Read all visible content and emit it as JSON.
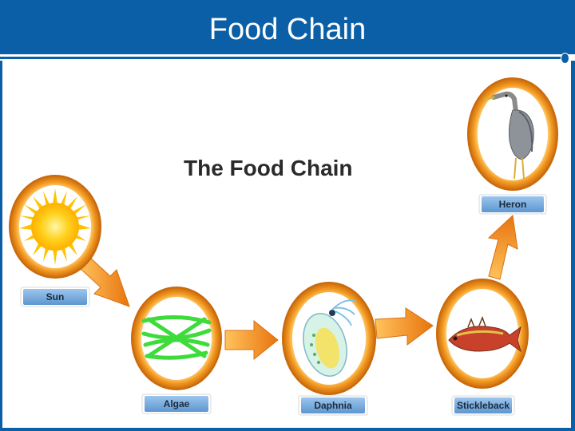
{
  "slide": {
    "title": "Food Chain"
  },
  "diagram": {
    "title": "The Food Chain",
    "nodes": [
      {
        "id": "sun",
        "label": "Sun"
      },
      {
        "id": "algae",
        "label": "Algae"
      },
      {
        "id": "daphnia",
        "label": "Daphnia"
      },
      {
        "id": "stickleback",
        "label": "Stickleback"
      },
      {
        "id": "heron",
        "label": "Heron"
      }
    ]
  },
  "colors": {
    "header_blue": "#0a5fa6",
    "ring_orange": "#f39a21",
    "label_blue": "#6fa6d8",
    "arrow_orange": "#f08a1c"
  }
}
